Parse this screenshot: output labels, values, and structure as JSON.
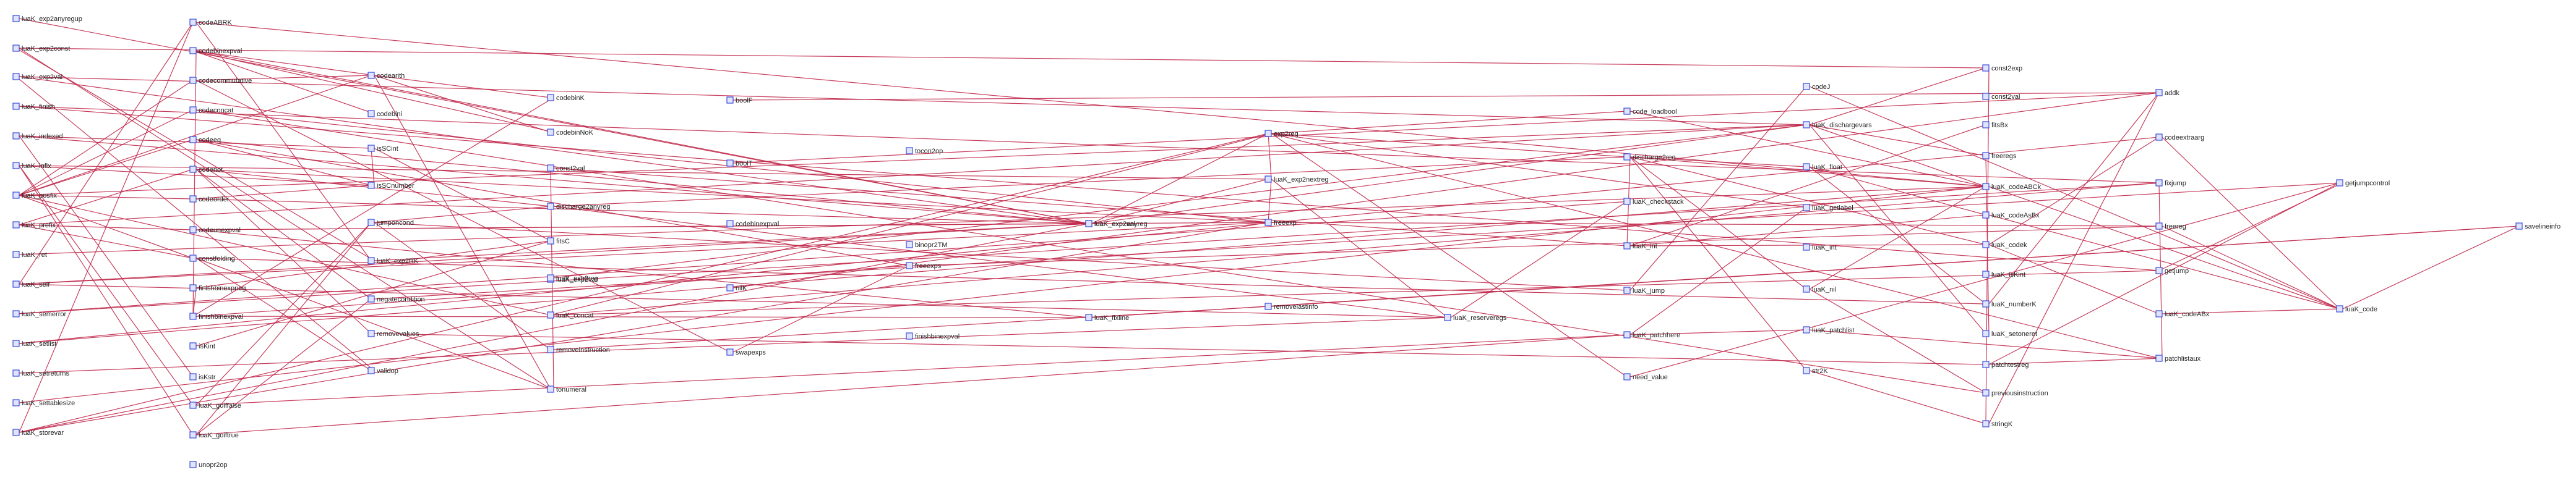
{
  "colors": {
    "edge": "#c0284a",
    "node_fill": "#dfe4ff",
    "node_stroke": "#3b4bd8",
    "label": "#222222",
    "background": "#ffffff"
  },
  "nodes": [
    {
      "id": "luaK_exp2anyregup",
      "label": "luaK_exp2anyregup"
    },
    {
      "id": "luaK_exp2const",
      "label": "luaK_exp2const"
    },
    {
      "id": "luaK_exp2val",
      "label": "luaK_exp2val"
    },
    {
      "id": "luaK_finish",
      "label": "luaK_finish"
    },
    {
      "id": "luaK_indexed",
      "label": "luaK_indexed"
    },
    {
      "id": "luaK_infix",
      "label": "luaK_infix"
    },
    {
      "id": "luaK_posfix",
      "label": "luaK_posfix"
    },
    {
      "id": "luaK_prefix",
      "label": "luaK_prefix"
    },
    {
      "id": "luaK_ret",
      "label": "luaK_ret"
    },
    {
      "id": "luaK_self",
      "label": "luaK_self"
    },
    {
      "id": "luaK_semerror",
      "label": "luaK_semerror"
    },
    {
      "id": "luaK_setlist",
      "label": "luaK_setlist"
    },
    {
      "id": "luaK_setreturns",
      "label": "luaK_setreturns"
    },
    {
      "id": "luaK_settablesize",
      "label": "luaK_settablesize"
    },
    {
      "id": "luaK_storevar",
      "label": "luaK_storevar"
    },
    {
      "id": "codeABRK",
      "label": "codeABRK"
    },
    {
      "id": "codebinexpval",
      "label": "codebinexpval"
    },
    {
      "id": "codecommutative",
      "label": "codecommutative"
    },
    {
      "id": "codeconcat",
      "label": "codeconcat"
    },
    {
      "id": "codeeq",
      "label": "codeeq"
    },
    {
      "id": "codenot",
      "label": "codenot"
    },
    {
      "id": "codeorder",
      "label": "codeorder"
    },
    {
      "id": "codeunexpval",
      "label": "codeunexpval"
    },
    {
      "id": "constfolding",
      "label": "constfolding"
    },
    {
      "id": "finishbinexpneg",
      "label": "finishbinexpneg"
    },
    {
      "id": "finishbinexpval",
      "label": "finishbinexpval"
    },
    {
      "id": "isKint",
      "label": "isKint"
    },
    {
      "id": "isKstr",
      "label": "isKstr"
    },
    {
      "id": "luaK_goiffalse",
      "label": "luaK_goiffalse"
    },
    {
      "id": "luaK_goiftrue",
      "label": "luaK_goiftrue"
    },
    {
      "id": "unopr2op",
      "label": "unopr2op"
    },
    {
      "id": "codearith",
      "label": "codearith"
    },
    {
      "id": "codebini",
      "label": "codebini"
    },
    {
      "id": "isSCint",
      "label": "isSCint"
    },
    {
      "id": "jumponcond",
      "label": "jumponcond"
    },
    {
      "id": "luaK_exp2RK",
      "label": "luaK_exp2RK"
    },
    {
      "id": "negatecondition",
      "label": "negatecondition"
    },
    {
      "id": "removevalues",
      "label": "removevalues"
    },
    {
      "id": "validop",
      "label": "validop"
    },
    {
      "id": "isSCnumber",
      "label": "isSCnumber"
    },
    {
      "id": "codebinK",
      "label": "codebinK"
    },
    {
      "id": "codebinNoK",
      "label": "codebinNoK"
    },
    {
      "id": "const2val",
      "label": "const2val"
    },
    {
      "id": "discharge2anyreg",
      "label": "discharge2anyreg"
    },
    {
      "id": "fitsC",
      "label": "fitsC"
    },
    {
      "id": "luaK_exp2val2",
      "label": "luaK_exp2val"
    },
    {
      "id": "luaK_jump_a",
      "label": "luaK_exp2val"
    },
    {
      "id": "luaK_concat",
      "label": "luaK_concat"
    },
    {
      "id": "luaK_exp2reg",
      "label": "luaK_exp2reg"
    },
    {
      "id": "removeinstruction",
      "label": "removeinstruction"
    },
    {
      "id": "tonumeral",
      "label": "tonumeral"
    },
    {
      "id": "boolF",
      "label": "boolF"
    },
    {
      "id": "boolT",
      "label": "boolT"
    },
    {
      "id": "codebinexpval2",
      "label": "codebinexpval"
    },
    {
      "id": "nilK",
      "label": "nilK"
    },
    {
      "id": "swapexps",
      "label": "swapexps"
    },
    {
      "id": "freeexps",
      "label": "freeexps"
    },
    {
      "id": "tocon2op",
      "label": "tocon2op"
    },
    {
      "id": "binopr2TM",
      "label": "binopr2TM"
    },
    {
      "id": "finishbinexpval2",
      "label": "finishbinexpval"
    },
    {
      "id": "luaK_exp2anyreg",
      "label": "luaK_exp2anyreg"
    },
    {
      "id": "luaK_fixline",
      "label": "luaK_fixline"
    },
    {
      "id": "need_value",
      "label": "need_value"
    },
    {
      "id": "exp2reg",
      "label": "exp2reg"
    },
    {
      "id": "freeexp",
      "label": "freeexp"
    },
    {
      "id": "luaK_exp2nextreg",
      "label": "luaK_exp2nextreg"
    },
    {
      "id": "removelastinfo",
      "label": "removelastinfo"
    },
    {
      "id": "luaK_reserveregs",
      "label": "luaK_reserveregs"
    },
    {
      "id": "code_loadbool",
      "label": "code_loadbool"
    },
    {
      "id": "discharge2reg",
      "label": "discharge2reg"
    },
    {
      "id": "luaK_checkstack",
      "label": "luaK_checkstack"
    },
    {
      "id": "luaK_jump",
      "label": "luaK_jump"
    },
    {
      "id": "luaK_patchhere",
      "label": "luaK_patchhere"
    },
    {
      "id": "need_value2",
      "label": "need_value"
    },
    {
      "id": "luaK_int",
      "label": "luaK_int"
    },
    {
      "id": "codeJ",
      "label": "codeJ"
    },
    {
      "id": "luaK_dischargevars",
      "label": "luaK_dischargevars"
    },
    {
      "id": "luaK_float",
      "label": "luaK_float"
    },
    {
      "id": "luaK_getlabel",
      "label": "luaK_getlabel"
    },
    {
      "id": "luaK_nil",
      "label": "luaK_nil"
    },
    {
      "id": "luaK_patchlist",
      "label": "luaK_patchlist"
    },
    {
      "id": "str2K",
      "label": "str2K"
    },
    {
      "id": "luaK_int2",
      "label": "luaK_int"
    },
    {
      "id": "const2exp",
      "label": "const2exp"
    },
    {
      "id": "const2val2",
      "label": "const2val"
    },
    {
      "id": "fitsBx",
      "label": "fitsBx"
    },
    {
      "id": "freeregs",
      "label": "freeregs"
    },
    {
      "id": "luaK_codeABCk",
      "label": "luaK_codeABCk"
    },
    {
      "id": "luaK_codeAsBx",
      "label": "luaK_codeAsBx"
    },
    {
      "id": "luaK_codek",
      "label": "luaK_codek"
    },
    {
      "id": "luaK_isKint",
      "label": "luaK_isKint"
    },
    {
      "id": "luaK_numberK",
      "label": "luaK_numberK"
    },
    {
      "id": "luaK_setoneret",
      "label": "luaK_setoneret"
    },
    {
      "id": "patchtestreg",
      "label": "patchtestreg"
    },
    {
      "id": "previousinstruction",
      "label": "previousinstruction"
    },
    {
      "id": "stringK",
      "label": "stringK"
    },
    {
      "id": "addk",
      "label": "addk"
    },
    {
      "id": "codeextraarg",
      "label": "codeextraarg"
    },
    {
      "id": "fixjump",
      "label": "fixjump"
    },
    {
      "id": "freereg",
      "label": "freereg"
    },
    {
      "id": "getjump",
      "label": "getjump"
    },
    {
      "id": "luaK_codeABx",
      "label": "luaK_codeABx"
    },
    {
      "id": "patchlistaux",
      "label": "patchlistaux"
    },
    {
      "id": "getjumpcontrol",
      "label": "getjumpcontrol"
    },
    {
      "id": "luaK_code",
      "label": "luaK_code"
    },
    {
      "id": "savelineinfo",
      "label": "savelineinfo"
    }
  ],
  "edges": [
    [
      "luaK_exp2anyregup",
      "luaK_exp2anyreg"
    ],
    [
      "luaK_exp2const",
      "const2exp"
    ],
    [
      "luaK_exp2const",
      "tonumeral"
    ],
    [
      "luaK_exp2val",
      "luaK_exp2anyreg"
    ],
    [
      "luaK_exp2val",
      "luaK_dischargevars"
    ],
    [
      "luaK_finish",
      "getjump"
    ],
    [
      "luaK_finish",
      "fixjump"
    ],
    [
      "luaK_indexed",
      "isKstr"
    ],
    [
      "luaK_indexed",
      "isSCint"
    ],
    [
      "luaK_indexed",
      "luaK_exp2anyreg"
    ],
    [
      "luaK_infix",
      "luaK_exp2nextreg"
    ],
    [
      "luaK_infix",
      "luaK_goiftrue"
    ],
    [
      "luaK_infix",
      "luaK_goiffalse"
    ],
    [
      "luaK_infix",
      "isSCnumber"
    ],
    [
      "luaK_posfix",
      "codeconcat"
    ],
    [
      "luaK_posfix",
      "codecommutative"
    ],
    [
      "luaK_posfix",
      "codearith"
    ],
    [
      "luaK_posfix",
      "codeeq"
    ],
    [
      "luaK_posfix",
      "codeorder"
    ],
    [
      "luaK_posfix",
      "luaK_concat"
    ],
    [
      "luaK_posfix",
      "constfolding"
    ],
    [
      "luaK_posfix",
      "luaK_dischargevars"
    ],
    [
      "luaK_prefix",
      "constfolding"
    ],
    [
      "luaK_prefix",
      "codenot"
    ],
    [
      "luaK_prefix",
      "codeunexpval"
    ],
    [
      "luaK_prefix",
      "luaK_dischargevars"
    ],
    [
      "luaK_ret",
      "luaK_codeABCk"
    ],
    [
      "luaK_self",
      "luaK_exp2anyreg"
    ],
    [
      "luaK_self",
      "luaK_reserveregs"
    ],
    [
      "luaK_self",
      "codeABRK"
    ],
    [
      "luaK_self",
      "freeexp"
    ],
    [
      "luaK_setlist",
      "luaK_codeABCk"
    ],
    [
      "luaK_setlist",
      "codeextraarg"
    ],
    [
      "luaK_setreturns",
      "luaK_reserveregs"
    ],
    [
      "luaK_settablesize",
      "luaK_codeABCk"
    ],
    [
      "luaK_storevar",
      "freeexp"
    ],
    [
      "luaK_storevar",
      "exp2reg"
    ],
    [
      "luaK_storevar",
      "codeABRK"
    ],
    [
      "luaK_storevar",
      "luaK_exp2anyreg"
    ],
    [
      "codeABRK",
      "luaK_exp2RK"
    ],
    [
      "codeABRK",
      "luaK_codeABCk"
    ],
    [
      "codebinexpval",
      "luaK_exp2anyreg"
    ],
    [
      "codebinexpval",
      "finishbinexpval"
    ],
    [
      "codecommutative",
      "codearith"
    ],
    [
      "codecommutative",
      "swapexps"
    ],
    [
      "codeconcat",
      "previousinstruction"
    ],
    [
      "codeconcat",
      "freeexp"
    ],
    [
      "codeeq",
      "isSCnumber"
    ],
    [
      "codeeq",
      "luaK_exp2anyreg"
    ],
    [
      "codeeq",
      "freeexps"
    ],
    [
      "codenot",
      "negatecondition"
    ],
    [
      "codenot",
      "removevalues"
    ],
    [
      "codenot",
      "discharge2anyreg"
    ],
    [
      "codenot",
      "freeexp"
    ],
    [
      "codeorder",
      "isSCnumber"
    ],
    [
      "codeorder",
      "luaK_exp2anyreg"
    ],
    [
      "codeunexpval",
      "luaK_exp2anyreg"
    ],
    [
      "codeunexpval",
      "freeexp"
    ],
    [
      "codeunexpval",
      "luaK_fixline"
    ],
    [
      "constfolding",
      "tonumeral"
    ],
    [
      "constfolding",
      "validop"
    ],
    [
      "constfolding",
      "luaK_numberK"
    ],
    [
      "finishbinexpneg",
      "finishbinexpval"
    ],
    [
      "finishbinexpneg",
      "fitsC"
    ],
    [
      "finishbinexpval",
      "freeexps"
    ],
    [
      "finishbinexpval",
      "luaK_fixline"
    ],
    [
      "isKint",
      "fitsC"
    ],
    [
      "luaK_goiffalse",
      "jumponcond"
    ],
    [
      "luaK_goiffalse",
      "luaK_patchhere"
    ],
    [
      "luaK_goiftrue",
      "jumponcond"
    ],
    [
      "luaK_goiftrue",
      "negatecondition"
    ],
    [
      "luaK_goiftrue",
      "luaK_patchhere"
    ],
    [
      "codearith",
      "codebinexpval"
    ],
    [
      "codearith",
      "codebinK"
    ],
    [
      "codearith",
      "codebinNoK"
    ],
    [
      "codearith",
      "tonumeral"
    ],
    [
      "codebini",
      "codebinexpval"
    ],
    [
      "isSCint",
      "fitsC"
    ],
    [
      "jumponcond",
      "discharge2anyreg"
    ],
    [
      "jumponcond",
      "removeinstruction"
    ],
    [
      "jumponcond",
      "luaK_jump"
    ],
    [
      "luaK_exp2RK",
      "luaK_exp2anyreg"
    ],
    [
      "luaK_exp2RK",
      "luaK_exp2const"
    ],
    [
      "negatecondition",
      "getjumpcontrol"
    ],
    [
      "removevalues",
      "patchtestreg"
    ],
    [
      "validop",
      "luaK_exp2val"
    ],
    [
      "isSCnumber",
      "isSCint"
    ],
    [
      "codebinK",
      "finishbinexpval"
    ],
    [
      "codebinNoK",
      "codebinexpval"
    ],
    [
      "const2val",
      "luaK_int"
    ],
    [
      "discharge2anyreg",
      "luaK_reserveregs"
    ],
    [
      "discharge2anyreg",
      "discharge2reg"
    ],
    [
      "luaK_concat",
      "getjump"
    ],
    [
      "luaK_concat",
      "fixjump"
    ],
    [
      "luaK_exp2reg",
      "luaK_dischargevars"
    ],
    [
      "removeinstruction",
      "removelastinfo"
    ],
    [
      "tonumeral",
      "const2val"
    ],
    [
      "boolF",
      "addk"
    ],
    [
      "boolT",
      "addk"
    ],
    [
      "nilK",
      "addk"
    ],
    [
      "swapexps",
      "freeexps"
    ],
    [
      "freeexps",
      "freereg"
    ],
    [
      "luaK_exp2anyreg",
      "luaK_exp2nextreg"
    ],
    [
      "luaK_exp2anyreg",
      "exp2reg"
    ],
    [
      "luaK_exp2anyreg",
      "luaK_dischargevars"
    ],
    [
      "luaK_fixline",
      "savelineinfo"
    ],
    [
      "exp2reg",
      "discharge2reg"
    ],
    [
      "exp2reg",
      "luaK_concat"
    ],
    [
      "exp2reg",
      "need_value"
    ],
    [
      "exp2reg",
      "code_loadbool"
    ],
    [
      "exp2reg",
      "luaK_getlabel"
    ],
    [
      "exp2reg",
      "patchlistaux"
    ],
    [
      "freeexp",
      "freereg"
    ],
    [
      "luaK_exp2nextreg",
      "luaK_reserveregs"
    ],
    [
      "luaK_exp2nextreg",
      "exp2reg"
    ],
    [
      "luaK_exp2nextreg",
      "freeexp"
    ],
    [
      "removelastinfo",
      "savelineinfo"
    ],
    [
      "luaK_reserveregs",
      "luaK_checkstack"
    ],
    [
      "code_loadbool",
      "luaK_codeABCk"
    ],
    [
      "discharge2reg",
      "luaK_nil"
    ],
    [
      "discharge2reg",
      "luaK_codek"
    ],
    [
      "discharge2reg",
      "luaK_float"
    ],
    [
      "discharge2reg",
      "luaK_int"
    ],
    [
      "discharge2reg",
      "str2K"
    ],
    [
      "discharge2reg",
      "luaK_codeABCk"
    ],
    [
      "luaK_checkstack",
      "luaK_semerror"
    ],
    [
      "luaK_jump",
      "codeJ"
    ],
    [
      "luaK_patchhere",
      "luaK_getlabel"
    ],
    [
      "luaK_patchhere",
      "luaK_patchlist"
    ],
    [
      "need_value",
      "getjumpcontrol"
    ],
    [
      "luaK_int",
      "luaK_codeAsBx"
    ],
    [
      "luaK_int",
      "fitsBx"
    ],
    [
      "luaK_int",
      "luaK_codek"
    ],
    [
      "codeJ",
      "luaK_code"
    ],
    [
      "luaK_dischargevars",
      "const2exp"
    ],
    [
      "luaK_dischargevars",
      "luaK_setoneret"
    ],
    [
      "luaK_dischargevars",
      "luaK_codeABCk"
    ],
    [
      "luaK_dischargevars",
      "freeregs"
    ],
    [
      "luaK_float",
      "luaK_codeAsBx"
    ],
    [
      "luaK_float",
      "luaK_numberK"
    ],
    [
      "luaK_nil",
      "previousinstruction"
    ],
    [
      "luaK_nil",
      "luaK_codeABCk"
    ],
    [
      "luaK_patchlist",
      "patchlistaux"
    ],
    [
      "str2K",
      "stringK"
    ],
    [
      "const2exp",
      "stringK"
    ],
    [
      "luaK_codeABCk",
      "luaK_code"
    ],
    [
      "luaK_codeAsBx",
      "luaK_code"
    ],
    [
      "luaK_codek",
      "luaK_codeABx"
    ],
    [
      "luaK_codek",
      "codeextraarg"
    ],
    [
      "luaK_numberK",
      "addk"
    ],
    [
      "luaK_setoneret",
      "freeregs"
    ],
    [
      "patchtestreg",
      "getjumpcontrol"
    ],
    [
      "patchlistaux",
      "patchtestreg"
    ],
    [
      "patchlistaux",
      "fixjump"
    ],
    [
      "stringK",
      "addk"
    ],
    [
      "codeextraarg",
      "luaK_code"
    ],
    [
      "fixjump",
      "luaK_semerror"
    ],
    [
      "luaK_codeABx",
      "luaK_code"
    ],
    [
      "freereg",
      "luaK_code"
    ],
    [
      "getjumpcontrol",
      "getjump"
    ],
    [
      "luaK_code",
      "savelineinfo"
    ]
  ]
}
